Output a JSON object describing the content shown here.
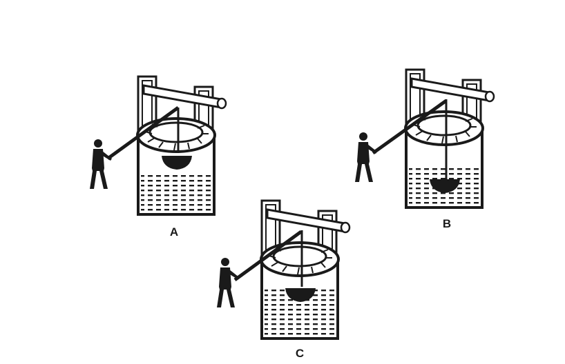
{
  "panels": [
    {
      "label": "A"
    },
    {
      "label": "B"
    },
    {
      "label": "C"
    }
  ],
  "colors": {
    "ink": "#1a1a1a",
    "background": "#ffffff"
  }
}
